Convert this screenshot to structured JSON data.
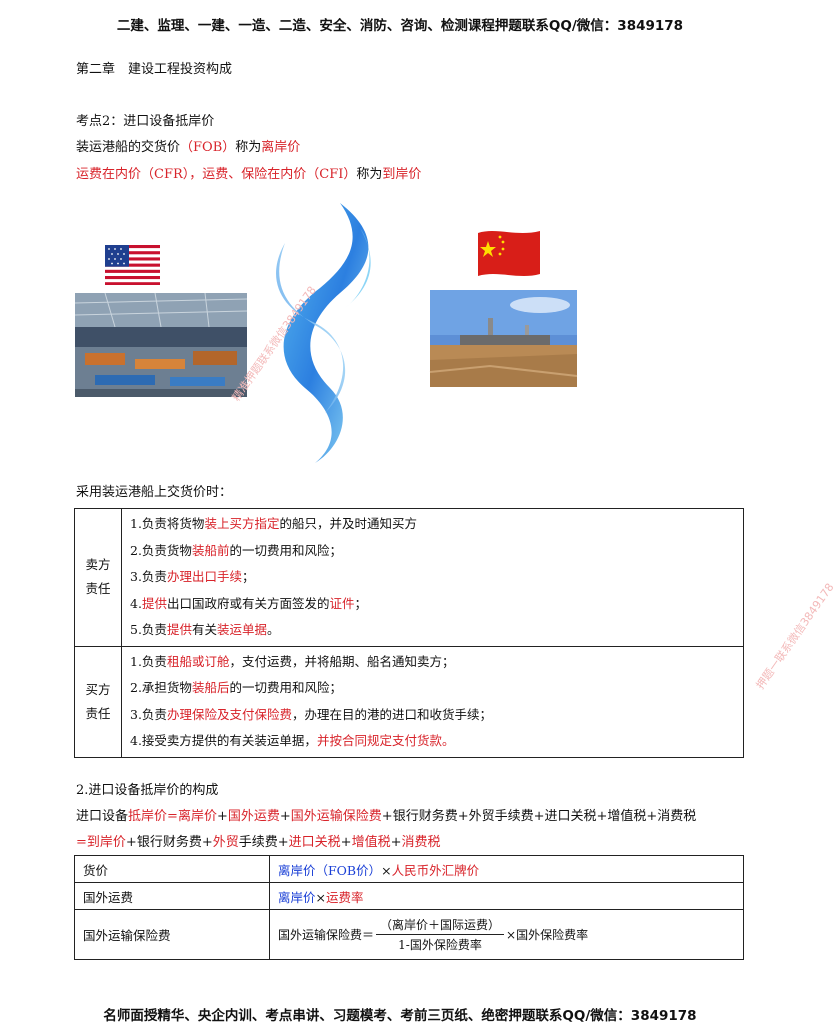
{
  "header": "二建、监理、一建、一造、二造、安全、消防、咨询、检测课程押题联系QQ/微信：3849178",
  "chapter": "第二章　建设工程投资构成",
  "point": "考点2：进口设备抵岸价",
  "fob": {
    "a": "装运港船的交货价",
    "b": "（FOB）",
    "c": "称为",
    "d": "离岸价"
  },
  "cif": {
    "a": "运费在内价（CFR），运费、保险在内价（CFI）",
    "b": "称为",
    "c": "到岸价"
  },
  "intro": "采用装运港船上交货价时：",
  "seller": {
    "role": [
      "卖方",
      "责任"
    ],
    "items": [
      [
        {
          "t": "1.负责将货物"
        },
        {
          "t": "装上买方指定",
          "r": true
        },
        {
          "t": "的船只，并及时通知买方"
        }
      ],
      [
        {
          "t": "2.负责货物"
        },
        {
          "t": "装船前",
          "r": true
        },
        {
          "t": "的一切费用和风险；"
        }
      ],
      [
        {
          "t": "3.负责"
        },
        {
          "t": "办理出口手续",
          "r": true
        },
        {
          "t": "；"
        }
      ],
      [
        {
          "t": "4."
        },
        {
          "t": "提供",
          "r": true
        },
        {
          "t": "出口国政府或有关方面签发的"
        },
        {
          "t": "证件",
          "r": true
        },
        {
          "t": "；"
        }
      ],
      [
        {
          "t": "5.负责"
        },
        {
          "t": "提供",
          "r": true
        },
        {
          "t": "有关"
        },
        {
          "t": "装运单据",
          "r": true
        },
        {
          "t": "。"
        }
      ]
    ]
  },
  "buyer": {
    "role": [
      "买方",
      "责任"
    ],
    "items": [
      [
        {
          "t": "1.负责"
        },
        {
          "t": "租船或订舱",
          "r": true
        },
        {
          "t": "，支付运费，并将船期、船名通知卖方；"
        }
      ],
      [
        {
          "t": "2.承担货物"
        },
        {
          "t": "装船后",
          "r": true
        },
        {
          "t": "的一切费用和风险；"
        }
      ],
      [
        {
          "t": "3.负责"
        },
        {
          "t": "办理保险及支付保险费",
          "r": true
        },
        {
          "t": "，办理在目的港的进口和收货手续；"
        }
      ],
      [
        {
          "t": "4.接受卖方提供的有关装运单据，"
        },
        {
          "t": "并按合同规定支付货款。",
          "r": true
        }
      ]
    ]
  },
  "section2": "2.进口设备抵岸价的构成",
  "eq1": [
    {
      "t": "进口设备"
    },
    {
      "t": "抵岸价",
      "r": true
    },
    {
      "t": "=",
      "r": true
    },
    {
      "t": "离岸价",
      "r": true
    },
    {
      "t": "+"
    },
    {
      "t": "国外运费",
      "r": true
    },
    {
      "t": "+"
    },
    {
      "t": "国外运输保险费",
      "r": true
    },
    {
      "t": "+银行财务费+外贸手续费+进口关税+增值税+消费税"
    }
  ],
  "eq2": [
    {
      "t": "=",
      "r": true
    },
    {
      "t": "到岸价",
      "r": true
    },
    {
      "t": "+银行财务费+"
    },
    {
      "t": "外贸",
      "r": true
    },
    {
      "t": "手续费+"
    },
    {
      "t": "进口关税",
      "r": true
    },
    {
      "t": "+"
    },
    {
      "t": "增值税",
      "r": true
    },
    {
      "t": "+"
    },
    {
      "t": "消费税",
      "r": true
    }
  ],
  "rows": [
    {
      "label": "货价",
      "value": [
        {
          "t": "离岸价（FOB价）",
          "b": true
        },
        {
          "t": "×"
        },
        {
          "t": "人民币外汇牌价",
          "r": true
        }
      ]
    },
    {
      "label": "国外运费",
      "value": [
        {
          "t": "离岸价",
          "b": true
        },
        {
          "t": "×"
        },
        {
          "t": "运费率",
          "r": true
        }
      ]
    },
    {
      "label": "国外运输保险费",
      "formula": {
        "lhs": "国外运输保险费＝",
        "num": "（离岸价＋国际运费）",
        "den": "1-国外保险费率",
        "rhs": "×国外保险费率"
      }
    }
  ],
  "watermarks": [
    "精准押题联系微信3849178",
    "押题一联系微信3849178"
  ],
  "footer": "名师面授精华、央企内训、考点串讲、习题模考、考前三页纸、绝密押题联系QQ/微信：3849178",
  "colors": {
    "red": "#d8232a",
    "blue": "#1a3fd6"
  }
}
